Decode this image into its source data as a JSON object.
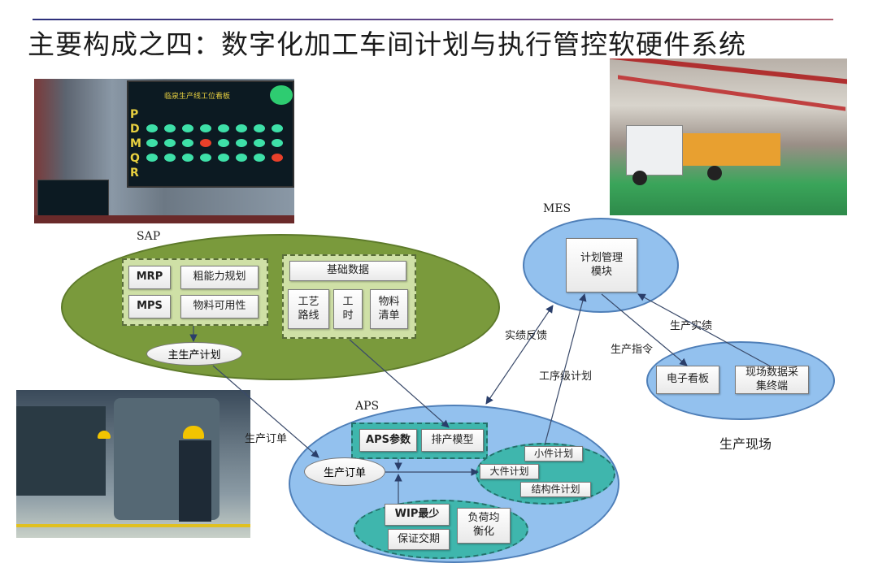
{
  "slide": {
    "title": "主要构成之四：数字化加工车间计划与执行管控软硬件系统"
  },
  "photos": {
    "board": {
      "board_title": "临泉生产线工位看板",
      "row_letters": [
        "P",
        "D",
        "M",
        "Q",
        "R"
      ]
    },
    "truck_line": {},
    "workers": {}
  },
  "sap": {
    "label": "SAP",
    "mrp": "MRP",
    "rough_capacity": "粗能力规划",
    "mps": "MPS",
    "material_availability": "物料可用性",
    "base_data": "基础数据",
    "routing": "工艺路线",
    "work_hours": "工时",
    "bom": "物料清单",
    "master_plan": "主生产计划"
  },
  "mes": {
    "label": "MES",
    "plan_module": "计划管理模块"
  },
  "site": {
    "label": "生产现场",
    "kanban": "电子看板",
    "terminal": "现场数据采集终端"
  },
  "aps": {
    "label": "APS",
    "params": "APS参数",
    "model": "排产模型",
    "order": "生产订单",
    "small_parts": "小件计划",
    "large_parts": "大件计划",
    "structural_parts": "结构件计划",
    "wip_min": "WIP最少",
    "delivery": "保证交期",
    "load_balance": "负荷均衡化"
  },
  "flows": {
    "feedback": "实绩反馈",
    "instruction": "生产指令",
    "results": "生产实绩",
    "process_plan": "工序级计划",
    "order_in": "生产订单"
  }
}
